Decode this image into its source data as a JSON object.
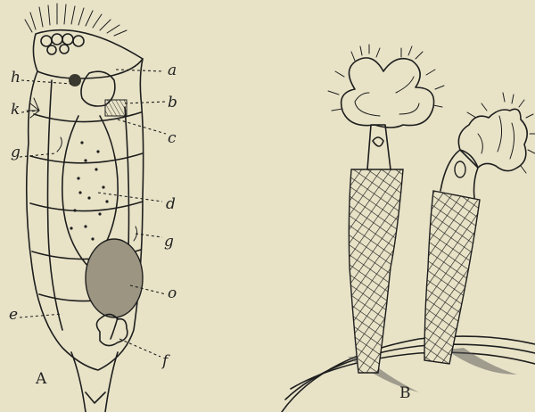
{
  "figure_a": {
    "caption": "A",
    "labels": {
      "a": "a",
      "b": "b",
      "c": "c",
      "d": "d",
      "e": "e",
      "f": "f",
      "g_upper": "g",
      "g_lower": "g",
      "h": "h",
      "k": "k",
      "o": "o"
    }
  },
  "figure_b": {
    "caption": "B"
  },
  "colors": {
    "paper": "#e8e3c7",
    "ink": "#1e1e1e",
    "shade": "#7a7562"
  }
}
